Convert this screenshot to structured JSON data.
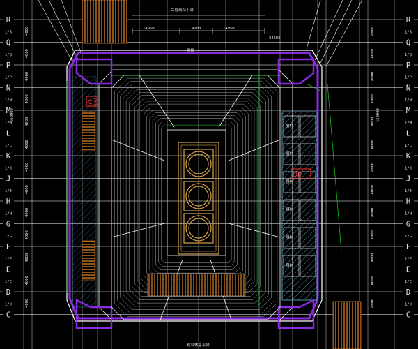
{
  "drawing": {
    "axis_labels_left": [
      "R",
      "Q",
      "P",
      "N",
      "M",
      "L",
      "K",
      "J",
      "H",
      "G",
      "F",
      "E",
      "D",
      "C"
    ],
    "axis_labels_right": [
      "R",
      "Q",
      "P",
      "N",
      "M",
      "L",
      "K",
      "J",
      "H",
      "G",
      "F",
      "E",
      "D",
      "C"
    ],
    "bay_dim_left": "4000",
    "total_dim_left": "160000",
    "total_dim_right": "160000",
    "top_dims": [
      "14950",
      "4700",
      "14950"
    ],
    "top_total_dim": "34600",
    "top_title": "二层观众平台",
    "bottom_title": "观众休息平台",
    "right_room_labels": [
      "器材",
      "器材",
      "器材",
      "器材",
      "器材",
      "器材"
    ],
    "annotation_north": "楼梯",
    "red_mark_left": "C区",
    "red_mark_right": "D区"
  },
  "colors": {
    "background": "#000000",
    "grid": "#ffffff",
    "wall": "#8a2be2",
    "seat": "#c8c8c8",
    "court": "#d4a04a",
    "dim_green": "#19d119",
    "stair_orange": "#c87828",
    "hatch": "#5ab4d8"
  }
}
